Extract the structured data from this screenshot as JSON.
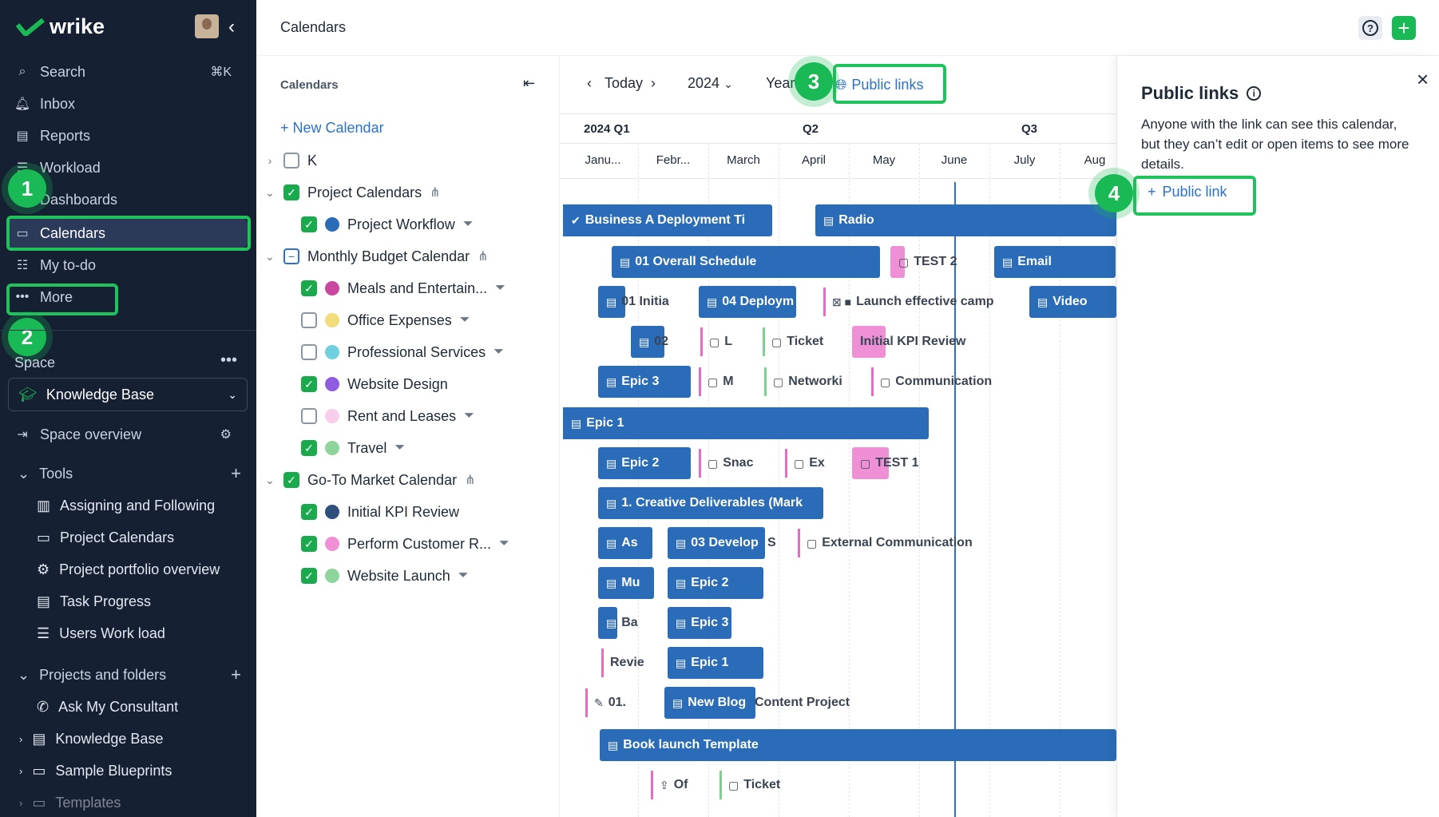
{
  "sidebar": {
    "brand": "wrike",
    "nav": [
      {
        "label": "Search",
        "shortcut": "⌘K"
      },
      {
        "label": "Inbox"
      },
      {
        "label": "Reports"
      },
      {
        "label": "Workload"
      },
      {
        "label": "Dashboards"
      },
      {
        "label": "Calendars"
      },
      {
        "label": "My to-do"
      },
      {
        "label": "More"
      }
    ],
    "space_label": "Space",
    "space_selected": "Knowledge Base",
    "space_overview": "Space overview",
    "tools_label": "Tools",
    "tools": [
      "Assigning and Following",
      "Project Calendars",
      "Project portfolio overview",
      "Task Progress",
      "Users Work load"
    ],
    "projects_label": "Projects and folders",
    "projects": [
      "Ask My Consultant",
      "Knowledge Base",
      "Sample Blueprints",
      "Templates"
    ]
  },
  "badges": [
    "1",
    "2",
    "3",
    "4"
  ],
  "header": {
    "title": "Calendars"
  },
  "calendar_list": {
    "title": "Calendars",
    "new_calendar": "New Calendar",
    "items": [
      {
        "label": "K",
        "checked": "off"
      },
      {
        "label": "Project Calendars",
        "checked": "on"
      },
      {
        "label": "Project Workflow",
        "checked": "on",
        "color": "#2b6cb8"
      },
      {
        "label": "Monthly Budget Calendar",
        "checked": "partial"
      },
      {
        "label": "Meals and Entertain...",
        "checked": "on",
        "color": "#c9479e"
      },
      {
        "label": "Office Expenses",
        "checked": "off",
        "color": "#f3dc7c"
      },
      {
        "label": "Professional Services",
        "checked": "off",
        "color": "#6fd0dd"
      },
      {
        "label": "Website Design",
        "checked": "on",
        "color": "#8f5ce0"
      },
      {
        "label": "Rent and Leases",
        "checked": "off",
        "color": "#f9cdec"
      },
      {
        "label": "Travel",
        "checked": "on",
        "color": "#8fd49c"
      },
      {
        "label": "Go-To Market Calendar",
        "checked": "on"
      },
      {
        "label": "Initial KPI Review",
        "checked": "on",
        "color": "#2e4f7c"
      },
      {
        "label": "Perform Customer R...",
        "checked": "on",
        "color": "#ef8fd6"
      },
      {
        "label": "Website Launch",
        "checked": "on",
        "color": "#8fd49c"
      }
    ]
  },
  "timeline": {
    "today": "Today",
    "year": "2024",
    "scale": "Year",
    "public_links": "Public links",
    "quarters": [
      "2024 Q1",
      "Q2",
      "Q3"
    ],
    "months": [
      "Janu...",
      "Febr...",
      "March",
      "April",
      "May",
      "June",
      "July",
      "Aug"
    ],
    "items": {
      "business": "Business A Deployment Ti",
      "radio": "Radio",
      "overall": "01 Overall Schedule",
      "test2": "TEST 2",
      "email": "Email",
      "initia": "01 Initia",
      "deploym": "04 Deploym",
      "launch": "Launch effective camp",
      "video": "Video",
      "o2": "02",
      "l": "L",
      "ticket1": "Ticket",
      "kpi": "Initial KPI Review",
      "epic3a": "Epic 3",
      "m": "M",
      "networki": "Networki",
      "communication": "Communication",
      "epic1a": "Epic 1",
      "epic2a": "Epic 2",
      "snac": "Snac",
      "ex": "Ex",
      "test1": "TEST 1",
      "creative": "1. Creative Deliverables (Mark",
      "as": "As",
      "develop": "03 Develop",
      "s": "S",
      "external": "External Communication",
      "mu": "Mu",
      "epic2b": "Epic 2",
      "ba": "Ba",
      "epic3b": "Epic 3",
      "revie": "Revie",
      "epic1b": "Epic 1",
      "o1": "01.",
      "newblog": "New Blog",
      "content": "Content Project",
      "book": "Book launch Template",
      "of": "Of",
      "ticket2": "Ticket"
    }
  },
  "panel": {
    "title": "Public links",
    "description": "Anyone with the link can see this calendar, but they can’t edit or open items to see more details.",
    "button": "Public link"
  },
  "colors": {
    "sidebar_bg": "#162033",
    "accent_green": "#19b955",
    "bar_blue": "#2b6cb8",
    "link_blue": "#2b71c9"
  }
}
